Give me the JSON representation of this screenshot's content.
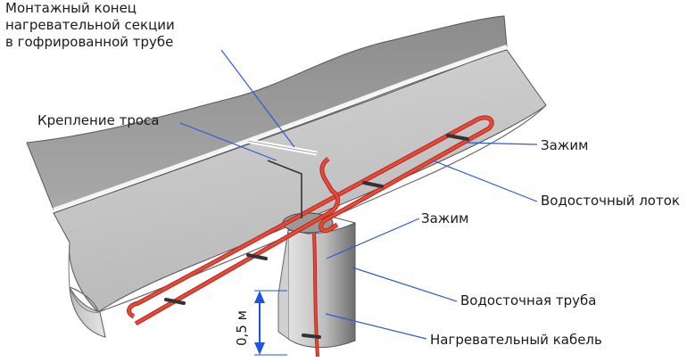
{
  "labels": {
    "mount_end": [
      "Монтажный конец",
      "нагревательной секции",
      "в гофрированной трубе"
    ],
    "cable_mount": "Крепление троса",
    "clamp_top": "Зажим",
    "gutter": "Водосточный лоток",
    "clamp_mid": "Зажим",
    "downpipe": "Водосточная труба",
    "heating_cable": "Нагревательный кабель",
    "dimension": "0,5 м"
  },
  "colors": {
    "gutter_face": "#9a9a9a",
    "gutter_light": "#c8c8c8",
    "gutter_dark": "#6e6e6e",
    "cable": "#e23b2a",
    "leader": "#2b5cd8",
    "dimension": "#1c55e0"
  }
}
